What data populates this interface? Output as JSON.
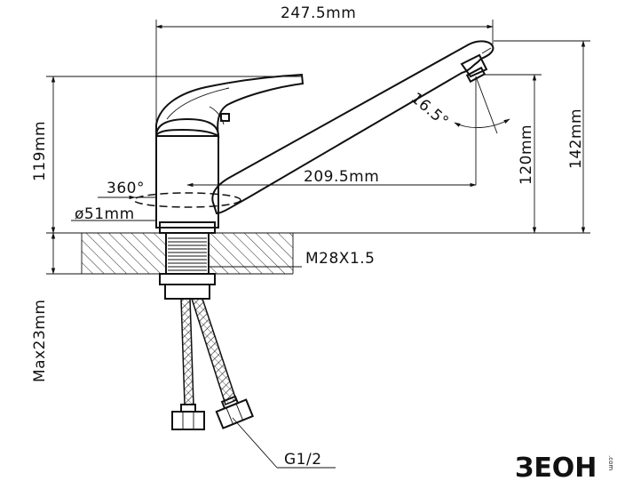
{
  "diagram": {
    "dimensions": {
      "spout_reach": "247.5mm",
      "spout_reach_inner": "209.5mm",
      "total_height": "142mm",
      "spout_outlet_height": "120mm",
      "body_height": "119mm",
      "max_mount_thickness": "Max23mm",
      "rotation": "360°",
      "base_diameter": "ø51mm",
      "mount_thread": "M28X1.5",
      "hose_thread": "G1/2",
      "spout_angle": "16.5°"
    },
    "logo": {
      "text": "ЗЕОН",
      "sub": ".com"
    }
  },
  "colors": {
    "line": "#111111",
    "background": "#ffffff"
  }
}
